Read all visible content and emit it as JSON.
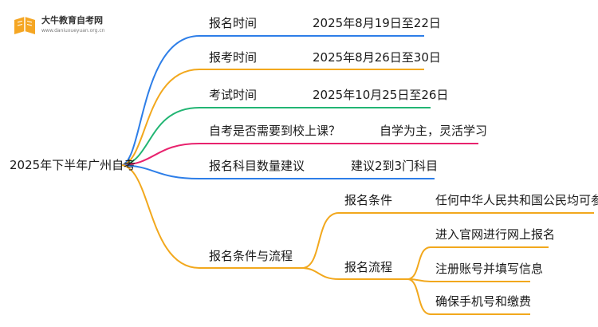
{
  "watermark": {
    "title": "大牛教育自考网",
    "url": "www.daniuxueyuan.org.cn",
    "icon": "book-icon",
    "icon_color": "#f5a623"
  },
  "root": {
    "label": "2025年下半年广州自考"
  },
  "branches": [
    {
      "label": "报名时间",
      "value": "2025年8月19日至22日",
      "color": "#2d7ee8"
    },
    {
      "label": "报考时间",
      "value": "2025年8月26日至30日",
      "color": "#f2a81d"
    },
    {
      "label": "考试时间",
      "value": "2025年10月25日至26日",
      "color": "#22b573"
    },
    {
      "label": "自考是否需要到校上课？",
      "value": "自学为主，灵活学习",
      "color": "#e8236e"
    },
    {
      "label": "报名科目数量建议",
      "value": "建议2到3门科目",
      "color": "#2d7ee8"
    },
    {
      "label": "报名条件与流程",
      "color": "#f2a81d",
      "children": [
        {
          "label": "报名条件",
          "items": [
            "任何中华人民共和国公民均可参加"
          ]
        },
        {
          "label": "报名流程",
          "items": [
            "进入官网进行网上报名",
            "注册账号并填写信息",
            "确保手机号和缴费"
          ]
        }
      ]
    }
  ]
}
